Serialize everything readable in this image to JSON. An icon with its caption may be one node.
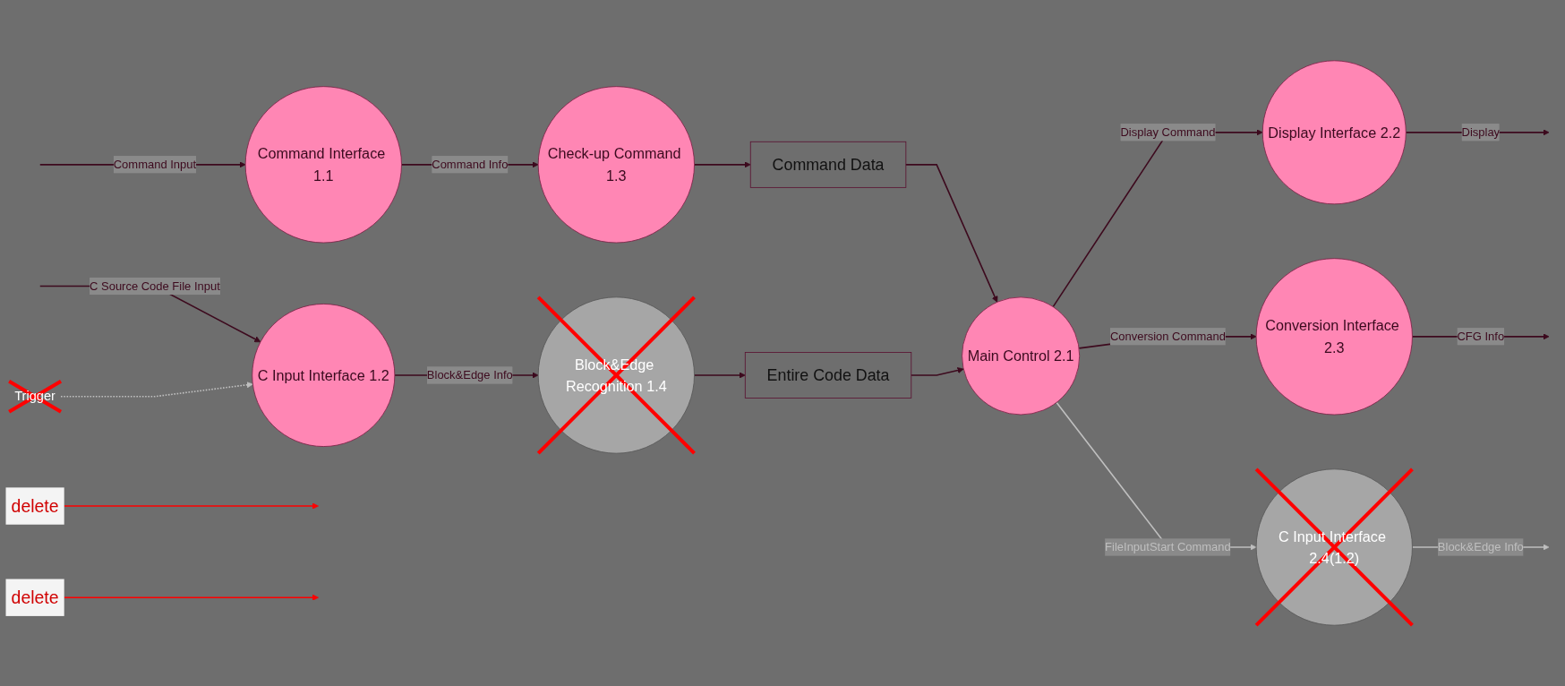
{
  "diagram": {
    "nodes": [
      {
        "text": [
          "Command Interface 1.1"
        ]
      },
      {
        "text": [
          "Check-up Command 1.3"
        ]
      },
      {
        "text": [
          "C Input Interface 1.2"
        ]
      },
      {
        "text": [
          "Block&Edge Recognition 1.4"
        ]
      },
      {
        "text": [
          "Command Data"
        ]
      },
      {
        "text": [
          "Entire Code Data"
        ]
      },
      {
        "text": [
          "Main Control 2.1"
        ]
      },
      {
        "text": [
          "Display Interface 2.2"
        ]
      },
      {
        "text": [
          "Conversion Interface 2.3"
        ]
      },
      {
        "text": [
          "C Input Interface 2.4(1.2)"
        ]
      },
      {
        "text": [
          "Trigger"
        ]
      },
      {
        "text": [
          "delete"
        ]
      },
      {
        "text": [
          "delete"
        ]
      }
    ],
    "edges": [
      {
        "from": null,
        "to": 0,
        "arrow": "to",
        "label": "Command Input"
      },
      {
        "from": 0,
        "to": 1,
        "arrow": "to",
        "label": "Command Info"
      },
      {
        "from": 1,
        "to": 4,
        "arrow": "to"
      },
      {
        "from": null,
        "to": 2,
        "arrow": "to",
        "label": "C Source Code File Input"
      },
      {
        "from": 2,
        "to": 3,
        "arrow": "to",
        "label": "Block&Edge Info"
      },
      {
        "from": 3,
        "to": 5,
        "arrow": "to"
      },
      {
        "from": 10,
        "to": 2,
        "arrow": "to",
        "style": "dashed",
        "color": "#bfbfbf"
      },
      {
        "from": 4,
        "to": 6,
        "arrow": "to"
      },
      {
        "from": 5,
        "to": 6,
        "arrow": "to"
      },
      {
        "from": 6,
        "to": 7,
        "arrow": "to",
        "label": "Display Command"
      },
      {
        "from": 7,
        "to": null,
        "arrow": "to",
        "label": "Display"
      },
      {
        "from": 6,
        "to": 8,
        "arrow": "to",
        "label": "Conversion Command"
      },
      {
        "from": 8,
        "to": null,
        "arrow": "to",
        "label": "CFG Info"
      },
      {
        "from": 6,
        "to": 9,
        "arrow": "to",
        "label": "FileInputStart Command",
        "color": "#bfbfbf"
      },
      {
        "from": 9,
        "to": null,
        "arrow": "to",
        "label": "Block&Edge Info",
        "color": "#bfbfbf"
      },
      {
        "from": 11,
        "to": null,
        "arrow": "to",
        "color": "#ff0000"
      },
      {
        "from": 12,
        "to": null,
        "arrow": "to",
        "color": "#ff0000"
      }
    ]
  }
}
